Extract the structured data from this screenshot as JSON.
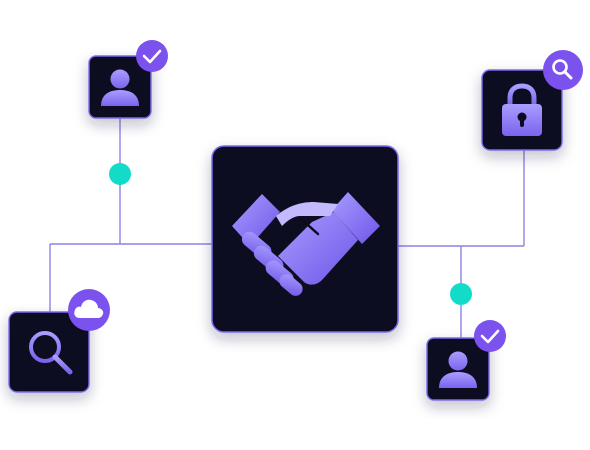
{
  "diagram": {
    "center": {
      "icon": "handshake-icon"
    },
    "nodes": [
      {
        "id": "user-top",
        "icon": "user-icon",
        "badge": "check-icon"
      },
      {
        "id": "lock",
        "icon": "lock-icon",
        "badge": "search-icon"
      },
      {
        "id": "search",
        "icon": "search-icon",
        "badge": "cloud-icon"
      },
      {
        "id": "user-bottom",
        "icon": "user-icon",
        "badge": "check-icon"
      }
    ]
  },
  "colors": {
    "background": "#ffffff",
    "tile": "#0a0a23",
    "tile_border": "#7a6cf0",
    "connector": "#8b84e6",
    "icon": "#8a7cf5",
    "icon_light": "#b1a6ff",
    "badge": "#7c52ef",
    "junction_dot": "#12dcc8"
  }
}
